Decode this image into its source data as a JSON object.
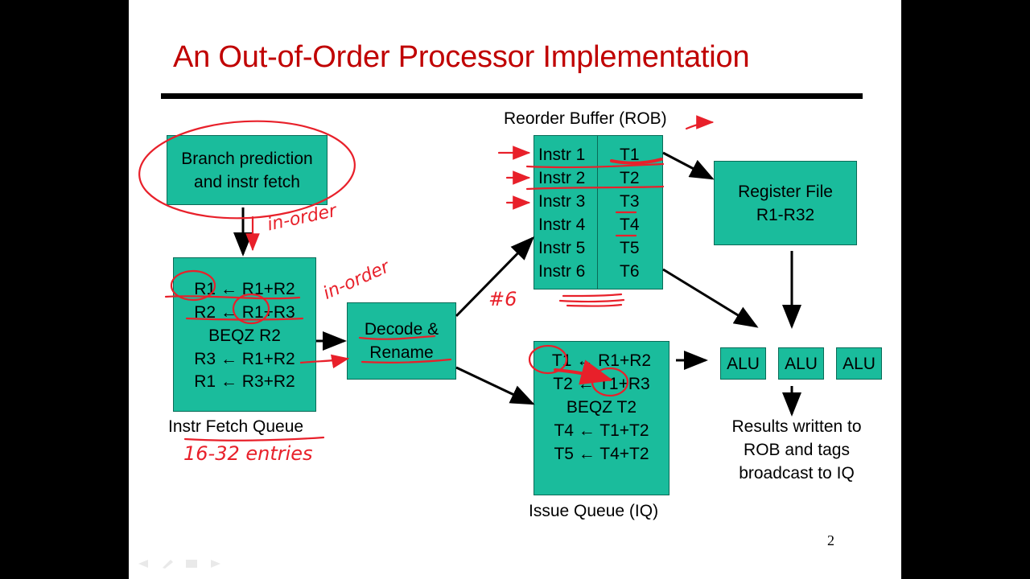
{
  "slide": {
    "title": "An Out-of-Order Processor Implementation",
    "page_number": "2"
  },
  "fetch_unit": {
    "line1": "Branch prediction",
    "line2": "and instr fetch"
  },
  "fetch_queue": {
    "instrs": [
      "R1 ← R1+R2",
      "R2 ← R1+R3",
      "BEQZ R2",
      "R3 ← R1+R2",
      "R1 ← R3+R2"
    ],
    "label": "Instr Fetch Queue"
  },
  "decode": {
    "line1": "Decode &",
    "line2": "Rename"
  },
  "rob": {
    "label": "Reorder Buffer (ROB)",
    "instrs": [
      "Instr 1",
      "Instr 2",
      "Instr 3",
      "Instr 4",
      "Instr 5",
      "Instr 6"
    ],
    "tags": [
      "T1",
      "T2",
      "T3",
      "T4",
      "T5",
      "T6"
    ]
  },
  "register_file": {
    "line1": "Register File",
    "line2": "R1-R32"
  },
  "issue_queue": {
    "instrs": [
      "T1 ← R1+R2",
      "T2 ← T1+R3",
      "BEQZ T2",
      "T4 ← T1+T2",
      "T5 ← T4+T2"
    ],
    "label": "Issue Queue (IQ)"
  },
  "alus": [
    "ALU",
    "ALU",
    "ALU"
  ],
  "results": {
    "line1": "Results written to",
    "line2": "ROB and tags",
    "line3": "broadcast to IQ"
  },
  "annotations": {
    "in_order_1": "in-order",
    "in_order_2": "in-order",
    "entries": "16-32 entries",
    "rob_size": "#6"
  },
  "colors": {
    "title": "#c00000",
    "box_fill": "#1abc9c",
    "ink": "#e8202a"
  }
}
